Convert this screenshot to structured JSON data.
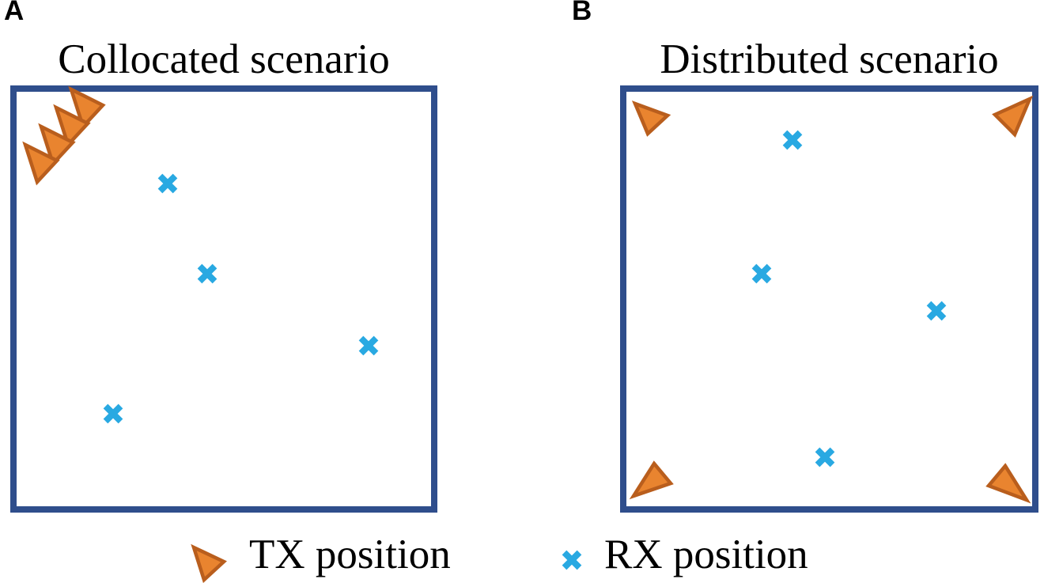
{
  "colors": {
    "box_border": "#2F4E8C",
    "rx_marker": "#29A9E2",
    "tx_fill": "#E9842F",
    "tx_stroke": "#B95E1D",
    "text": "#000000"
  },
  "panels": [
    {
      "id": "a",
      "label": "A",
      "title": "Collocated scenario",
      "tx_markers": [
        {
          "points": [
            [
              90,
              113
            ],
            [
              130,
              133
            ],
            [
              105,
              160
            ]
          ]
        },
        {
          "points": [
            [
              71,
              136
            ],
            [
              111,
              156
            ],
            [
              86,
              183
            ]
          ]
        },
        {
          "points": [
            [
              52,
              160
            ],
            [
              92,
              180
            ],
            [
              67,
              207
            ]
          ]
        },
        {
          "points": [
            [
              32,
              183
            ],
            [
              72,
              203
            ],
            [
              47,
              230
            ]
          ]
        }
      ],
      "rx_markers": [
        [
          212,
          232
        ],
        [
          262,
          346
        ],
        [
          466,
          437
        ],
        [
          143,
          523
        ]
      ]
    },
    {
      "id": "b",
      "label": "B",
      "title": "Distributed scenario",
      "tx_markers": [
        {
          "points": [
            [
              803,
              131
            ],
            [
              844,
              146
            ],
            [
              819,
              169
            ]
          ]
        },
        {
          "points": [
            [
              1302,
              125
            ],
            [
              1258,
              145
            ],
            [
              1283,
              170
            ]
          ]
        },
        {
          "points": [
            [
              827,
              586
            ],
            [
              848,
              611
            ],
            [
              801,
              627
            ]
          ]
        },
        {
          "points": [
            [
              1271,
              589
            ],
            [
              1298,
              632
            ],
            [
              1250,
              614
            ]
          ]
        }
      ],
      "rx_markers": [
        [
          1002,
          177
        ],
        [
          963,
          346
        ],
        [
          1184,
          393
        ],
        [
          1043,
          578
        ]
      ]
    }
  ],
  "legend": {
    "tx_label": "TX position",
    "rx_label": "RX position",
    "tx_marker": {
      "points": [
        [
          245,
          692
        ],
        [
          283,
          710
        ],
        [
          258,
          733
        ]
      ]
    },
    "rx_marker": [
      723,
      708
    ]
  }
}
